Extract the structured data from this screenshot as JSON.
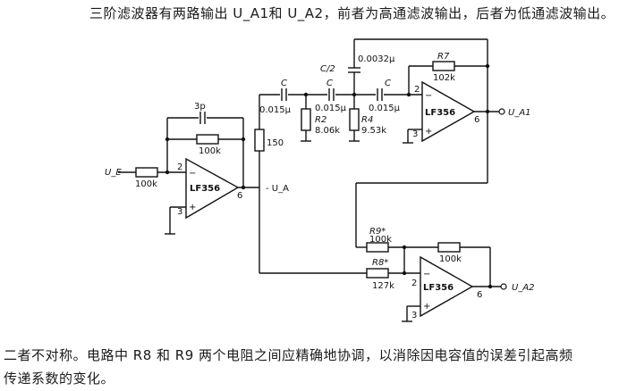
{
  "caption": {
    "top": "三阶滤波器有两路输出 U_A1和 U_A2，前者为高通滤波输出，后者为低通滤波输出。",
    "bottom1": "二者不对称。电路中 R8 和 R9 两个电阻之间应精确地协调，以消除因电容值的误差引起高频",
    "bottom2": "传递系数的变化。"
  },
  "circuit": {
    "input": "U_E",
    "out_a": "- U_A",
    "out_a1": "U_A1",
    "out_a2": "U_A2",
    "opamp1": {
      "label": "LF356",
      "pin2": "2",
      "pin3": "3",
      "pin6": "6",
      "minus": "−",
      "plus": "+"
    },
    "opamp2": {
      "label": "LF356",
      "pin2": "2",
      "pin3": "3",
      "pin6": "6",
      "minus": "−",
      "plus": "+"
    },
    "opamp3": {
      "label": "LF356",
      "pin2": "2",
      "pin3": "3",
      "pin6": "6",
      "minus": "−",
      "plus": "+"
    },
    "r_in": "100k",
    "c_fb": "3p",
    "r_fb": "100k",
    "r_150": "150",
    "c1_name": "C",
    "c1_val": "0.015μ",
    "r2_name": "R2",
    "r2_val": "8.06k",
    "c2_name": "C",
    "c2_val": "0.015μ",
    "c_half_name": "C/2",
    "c_half_val": "0.0032μ",
    "r4_name": "R4",
    "r4_val": "9.53k",
    "c3_name": "C",
    "c3_val": "0.015μ",
    "r7_name": "R7",
    "r7_val": "102k",
    "r9_name": "R9*",
    "r9_val": "100k",
    "r8_name": "R8*",
    "r8_val": "127k",
    "r_fb3": "100k"
  }
}
